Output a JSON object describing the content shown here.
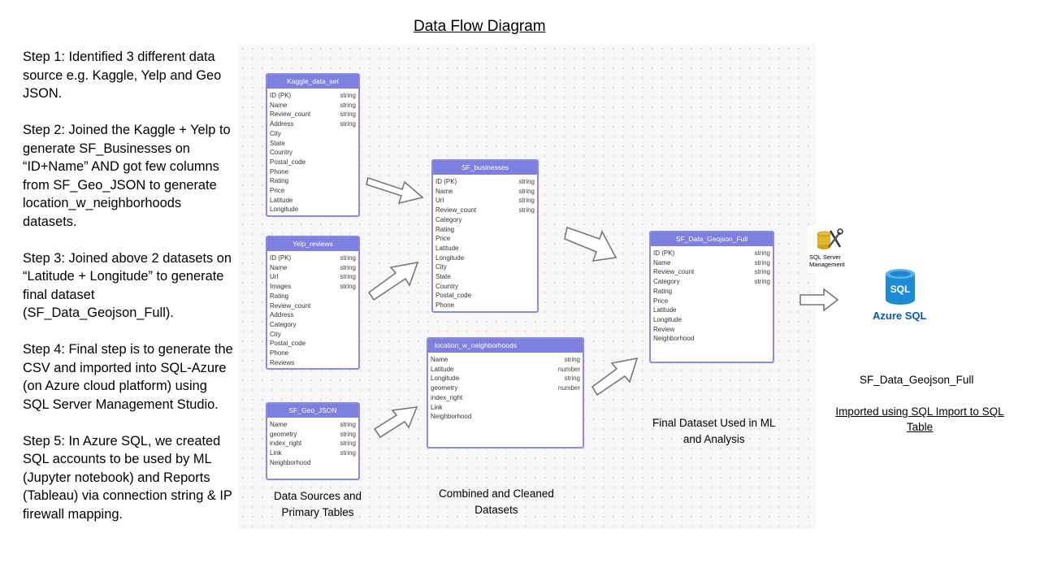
{
  "title": "Data Flow Diagram",
  "steps": [
    "Step 1: Identified 3 different data source e.g. Kaggle, Yelp and Geo JSON.",
    "Step 2: Joined the Kaggle + Yelp to generate SF_Businesses on “ID+Name” AND got few columns from SF_Geo_JSON to generate location_w_neighborhoods datasets.",
    "Step 3: Joined above 2 datasets on “Latitude + Longitude” to generate final dataset (SF_Data_Geojson_Full).",
    "Step 4: Final step is to generate the CSV and imported into SQL-Azure (on Azure cloud platform) using SQL Server Management Studio.",
    "Step 5: In Azure SQL, we created SQL accounts to be used by ML (Jupyter notebook) and Reports (Tableau) via connection string & IP firewall mapping."
  ],
  "tables": {
    "kaggle": {
      "name": "Kaggle_data_set",
      "rows": [
        {
          "n": "ID (PK)",
          "t": "string"
        },
        {
          "n": "Name",
          "t": "string"
        },
        {
          "n": "Review_count",
          "t": "string"
        },
        {
          "n": "Address",
          "t": "string"
        },
        {
          "n": "City",
          "t": ""
        },
        {
          "n": "State",
          "t": ""
        },
        {
          "n": "Country",
          "t": ""
        },
        {
          "n": "Postal_code",
          "t": ""
        },
        {
          "n": "Phone",
          "t": ""
        },
        {
          "n": "Rating",
          "t": ""
        },
        {
          "n": "Price",
          "t": ""
        },
        {
          "n": "Latitude",
          "t": ""
        },
        {
          "n": "Longitude",
          "t": ""
        }
      ]
    },
    "yelp": {
      "name": "Yelp_reviews",
      "rows": [
        {
          "n": "ID (PK)",
          "t": "string"
        },
        {
          "n": "Name",
          "t": "string"
        },
        {
          "n": "Url",
          "t": "string"
        },
        {
          "n": "Images",
          "t": "string"
        },
        {
          "n": "Rating",
          "t": ""
        },
        {
          "n": "Review_count",
          "t": ""
        },
        {
          "n": "Address",
          "t": ""
        },
        {
          "n": "Category",
          "t": ""
        },
        {
          "n": "City",
          "t": ""
        },
        {
          "n": "Postal_code",
          "t": ""
        },
        {
          "n": "Phone",
          "t": ""
        },
        {
          "n": "Reviews",
          "t": ""
        }
      ]
    },
    "geo": {
      "name": "SF_Geo_JSON",
      "rows": [
        {
          "n": "Name",
          "t": "string"
        },
        {
          "n": "geometry",
          "t": "string"
        },
        {
          "n": "index_right",
          "t": "string"
        },
        {
          "n": "Link",
          "t": "string"
        },
        {
          "n": "Neighborhood",
          "t": ""
        }
      ]
    },
    "business": {
      "name": "SF_businesses",
      "rows": [
        {
          "n": "ID (PK)",
          "t": "string"
        },
        {
          "n": "Name",
          "t": "string"
        },
        {
          "n": "Url",
          "t": "string"
        },
        {
          "n": "Review_count",
          "t": "string"
        },
        {
          "n": "Category",
          "t": ""
        },
        {
          "n": "Rating",
          "t": ""
        },
        {
          "n": "Price",
          "t": ""
        },
        {
          "n": "Latitude",
          "t": ""
        },
        {
          "n": "Longitude",
          "t": ""
        },
        {
          "n": "City",
          "t": ""
        },
        {
          "n": "State",
          "t": ""
        },
        {
          "n": "Country",
          "t": ""
        },
        {
          "n": "Postal_code",
          "t": ""
        },
        {
          "n": "Phone",
          "t": ""
        }
      ]
    },
    "location": {
      "name": "location_w_neighborhoods",
      "rows": [
        {
          "n": "Name",
          "t": "string"
        },
        {
          "n": "Latitude",
          "t": "number"
        },
        {
          "n": "Longitude",
          "t": "string"
        },
        {
          "n": "geometry",
          "t": "number"
        },
        {
          "n": "index_right",
          "t": ""
        },
        {
          "n": "Link",
          "t": ""
        },
        {
          "n": "Neighborhood",
          "t": ""
        }
      ]
    },
    "full": {
      "name": "SF_Data_Geojson_Full",
      "rows": [
        {
          "n": "ID (PK)",
          "t": "string"
        },
        {
          "n": "Name",
          "t": "string"
        },
        {
          "n": "Review_count",
          "t": "string"
        },
        {
          "n": "Category",
          "t": "string"
        },
        {
          "n": "Rating",
          "t": ""
        },
        {
          "n": "Price",
          "t": ""
        },
        {
          "n": "Latitude",
          "t": ""
        },
        {
          "n": "Longitude",
          "t": ""
        },
        {
          "n": "Review",
          "t": ""
        },
        {
          "n": "Neighborhood",
          "t": ""
        }
      ]
    }
  },
  "captions": {
    "sources": "Data Sources and\nPrimary Tables",
    "combined": "Combined and Cleaned\nDatasets",
    "final": "Final Dataset Used in ML\nand Analysis"
  },
  "logos": {
    "sql_server": "SQL Server\nManagement",
    "azure": "Azure SQL"
  },
  "right_title": "SF_Data_Geojson_Full",
  "right_note": "Imported using SQL Import to SQL Table"
}
